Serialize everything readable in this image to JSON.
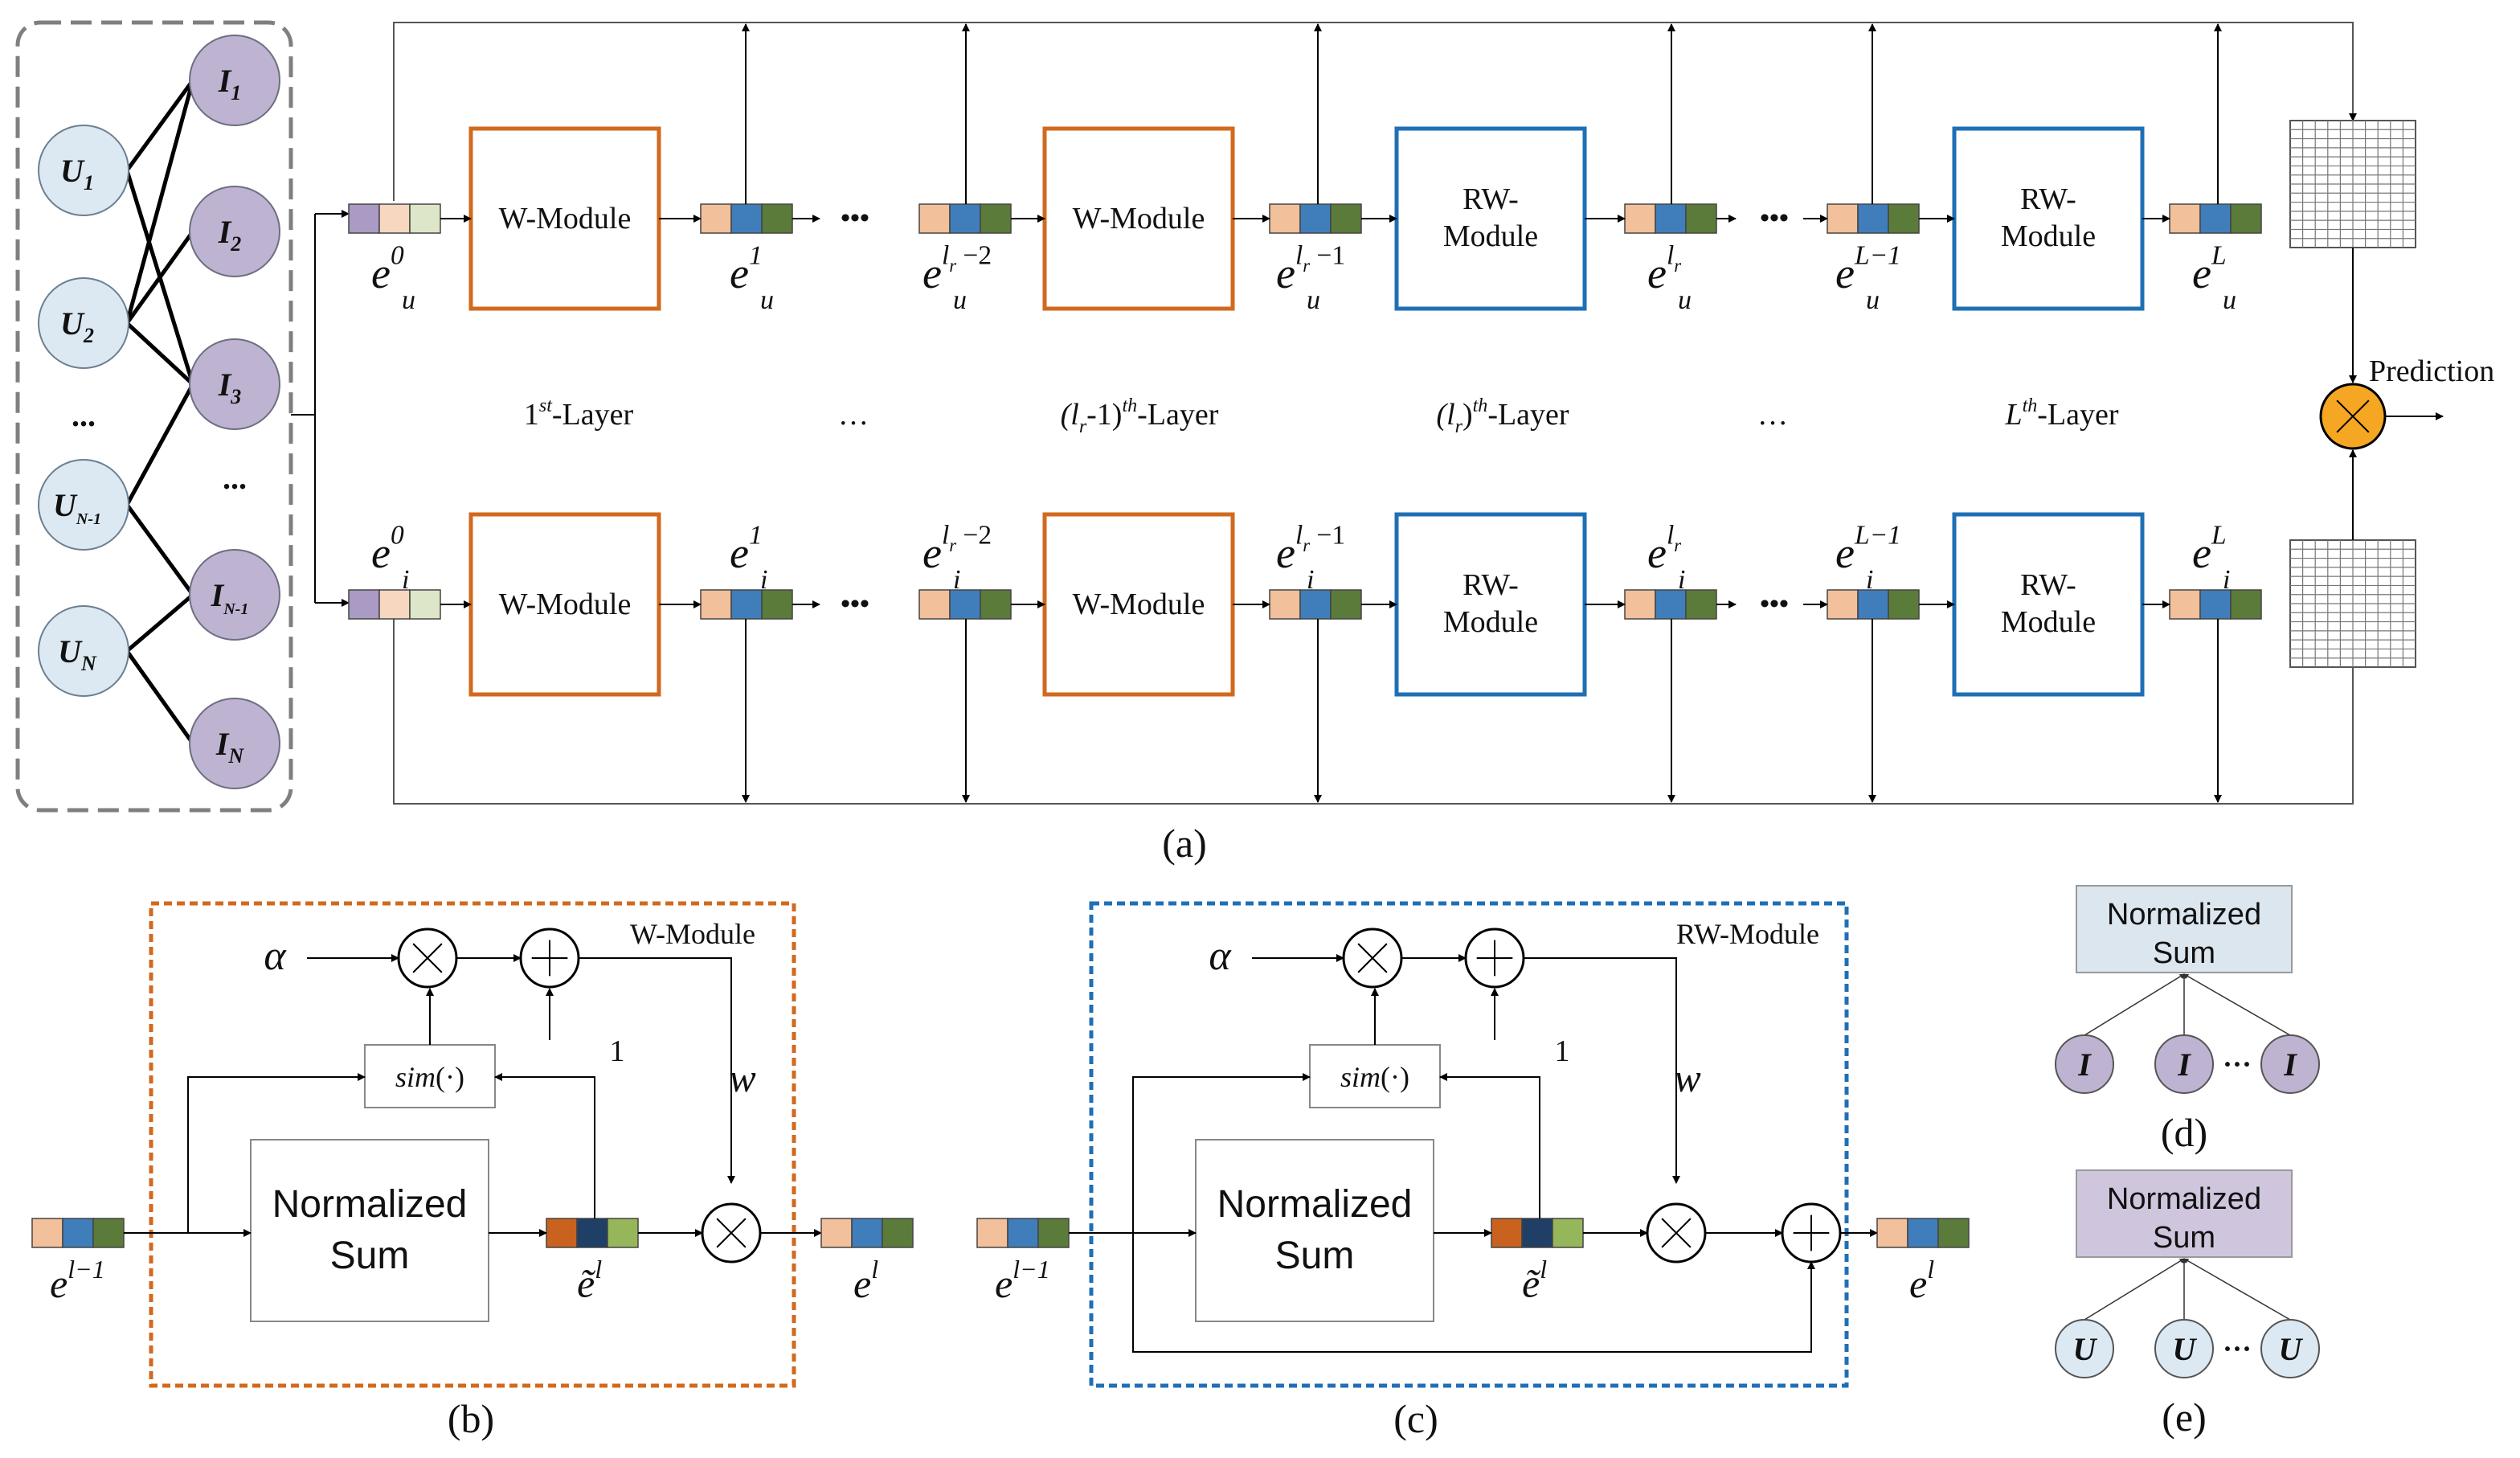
{
  "colors": {
    "orange": "#D2691E",
    "blue": "#1F6FB5",
    "seg_peach": "#F2C09A",
    "seg_blue": "#3F7EBB",
    "seg_green": "#5B7B3A",
    "seg_lavender": "#A99BC4",
    "seg_lightpeach": "#F7D7C0",
    "seg_lightgreen": "#DDE6C8",
    "seg_dorange": "#C8621E",
    "seg_navy": "#1F3F66",
    "seg_lgreen": "#96B65A",
    "user_node": "#DCE9F3",
    "item_node": "#BFB3D2",
    "gray": "#7F7F7F",
    "dot_orange": "#F5A623"
  },
  "graph": {
    "users": [
      "U",
      "U",
      "U",
      "U"
    ],
    "user_subs": [
      "1",
      "2",
      "N-1",
      "N"
    ],
    "items": [
      "I",
      "I",
      "I",
      "I",
      "I"
    ],
    "item_subs": [
      "1",
      "2",
      "3",
      "N-1",
      "N"
    ],
    "ellipsis_users": "...",
    "ellipsis_items": "..."
  },
  "main": {
    "w_module": "W-Module",
    "rw_module_top": "RW-",
    "rw_module_bottom": "Module",
    "layers": {
      "l1": "1",
      "l1_sup": "st",
      "l1_suffix": "-Layer",
      "ellipsis": "…",
      "l2_prefix": "(l",
      "l2_sub": "r",
      "l2_mid": "-1)",
      "l2_sup": "th",
      "l2_suffix": "-Layer",
      "l3_prefix": "(l",
      "l3_sub": "r",
      "l3_mid": ")",
      "l3_sup": "th",
      "l3_suffix": "-Layer",
      "l5": "L",
      "l5_sup": "th",
      "l5_suffix": "-Layer"
    },
    "emb": {
      "base": "e",
      "u": "u",
      "i": "i",
      "sup_0": "0",
      "sup_1": "1",
      "sup_lr2_base": "l",
      "sup_lr2_sub": "r",
      "sup_lr2_tail": " −2",
      "sup_lr1_tail": " −1",
      "sup_lr": "l",
      "sup_lr_sub": "r",
      "sup_L1": "L−1",
      "sup_L": "L"
    },
    "dots": "•••",
    "prediction": "Prediction",
    "caption": "(a)"
  },
  "panel_b": {
    "title": "W-Module",
    "alpha": "α",
    "one": "1",
    "w": "w",
    "sim_base": "sim",
    "sim_arg": "(·)",
    "ns_line1": "Normalized",
    "ns_line2": "Sum",
    "in_base": "e",
    "in_sup": "l−1",
    "mid_base": "ẽ",
    "mid_sup": "l",
    "out_base": "e",
    "out_sup": "l",
    "caption": "(b)"
  },
  "panel_c": {
    "title": "RW-Module",
    "alpha": "α",
    "one": "1",
    "w": "w",
    "sim_base": "sim",
    "sim_arg": "(·)",
    "ns_line1": "Normalized",
    "ns_line2": "Sum",
    "in_base": "e",
    "in_sup": "l−1",
    "mid_base": "ẽ",
    "mid_sup": "l",
    "out_base": "e",
    "out_sup": "l",
    "caption": "(c)"
  },
  "panel_d": {
    "ns_line1": "Normalized",
    "ns_line2": "Sum",
    "node": "I",
    "dots": "···",
    "caption": "(d)"
  },
  "panel_e": {
    "ns_line1": "Normalized",
    "ns_line2": "Sum",
    "node": "U",
    "dots": "···",
    "caption": "(e)"
  }
}
